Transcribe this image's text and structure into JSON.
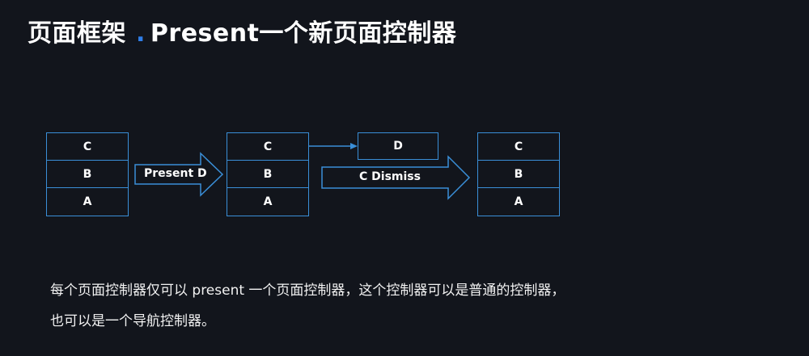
{
  "title": {
    "main": "页面框架",
    "dot": ".",
    "sub": "Present一个新页面控制器"
  },
  "diagram": {
    "stack_before": [
      "C",
      "B",
      "A"
    ],
    "present_arrow_label": "Present D",
    "stack_middle": [
      "C",
      "B",
      "A"
    ],
    "presented": "D",
    "dismiss_arrow_label": "C Dismiss",
    "stack_after": [
      "C",
      "B",
      "A"
    ]
  },
  "description": {
    "line1": "每个页面控制器仅可以 present 一个页面控制器，这个控制器可以是普通的控制器，",
    "line2": "也可以是一个导航控制器。"
  },
  "colors": {
    "background": "#12151c",
    "accent": "#3a8fd8",
    "dot": "#2f7ee8"
  }
}
